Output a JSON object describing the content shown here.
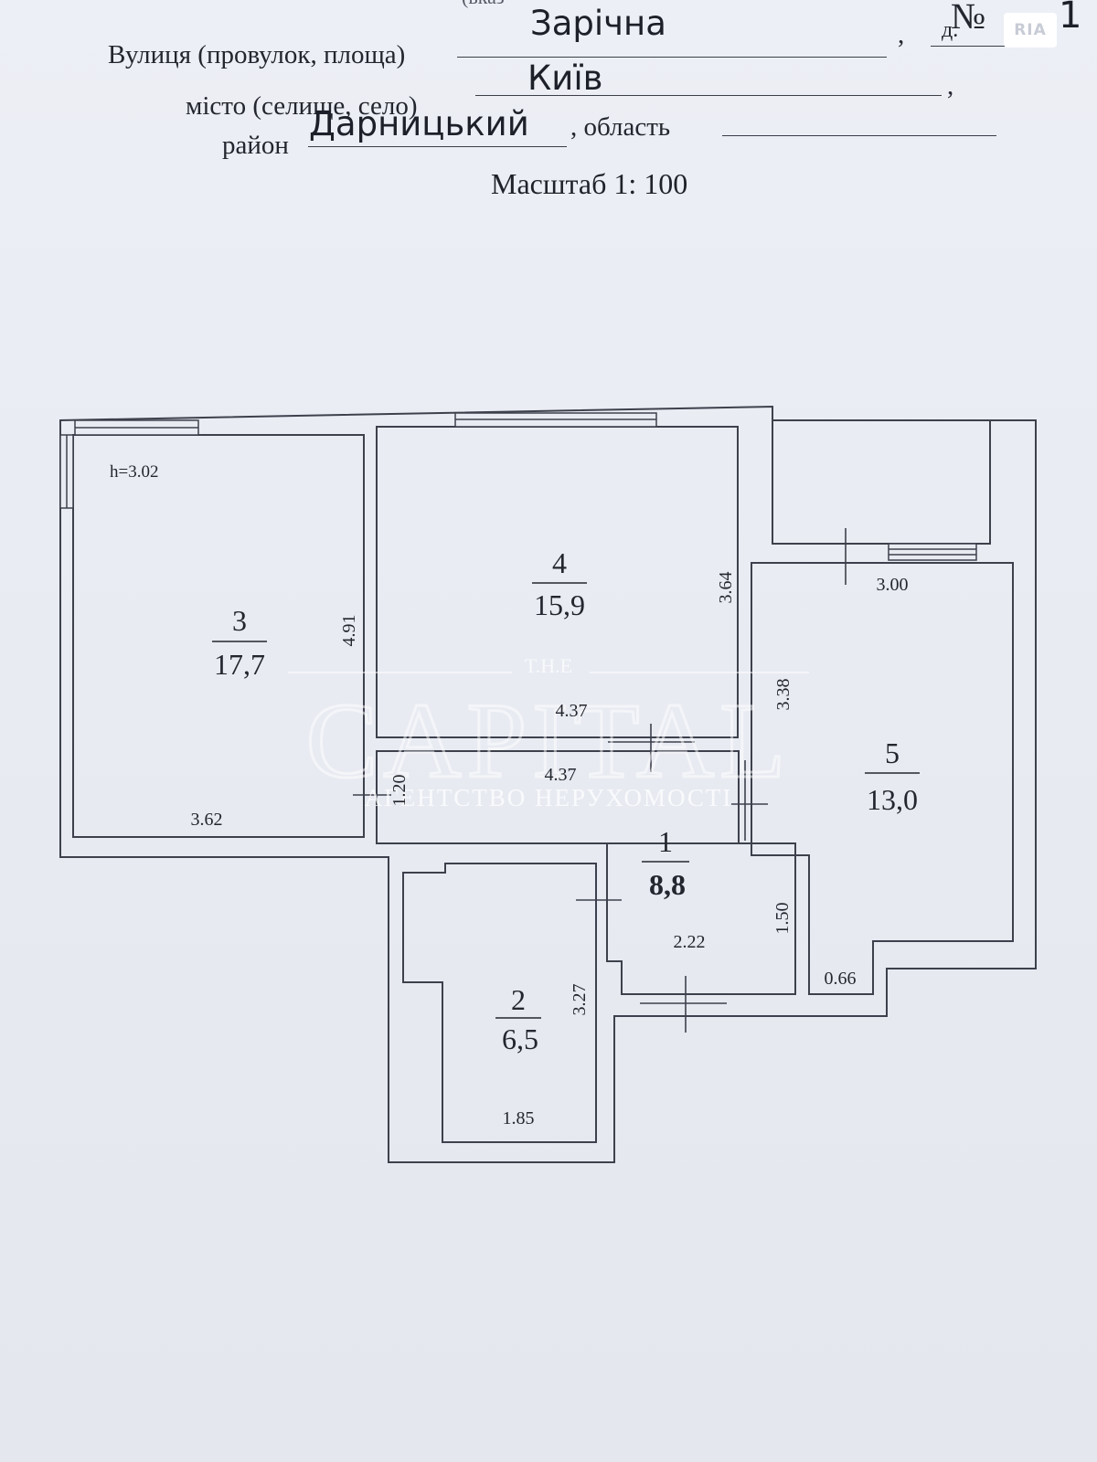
{
  "header": {
    "top_partial_text": "(вказ",
    "street_label": "Вулиця (провулок, площа)",
    "street_value": "Зарічна",
    "number_label": "№",
    "number_prefix": "д.",
    "number_value": "1",
    "city_label": "місто (селище, село)",
    "city_value": "Київ",
    "district_label": "район",
    "district_value": "Дарницький",
    "region_label": ", область",
    "region_value": "",
    "comma": ","
  },
  "scale_text": "Масштаб 1: 100",
  "logo_text": "RIA",
  "watermark": {
    "brand_top": "T.H.E",
    "brand": "CAPITAL",
    "tagline": "АГЕНТСТВО НЕРУХОМОСТІ"
  },
  "plan": {
    "ceiling_height": "h=3.02",
    "rooms": [
      {
        "number": "1",
        "area": "8,8"
      },
      {
        "number": "2",
        "area": "6,5"
      },
      {
        "number": "3",
        "area": "17,7"
      },
      {
        "number": "4",
        "area": "15,9"
      },
      {
        "number": "5",
        "area": "13,0"
      }
    ],
    "dimensions": {
      "room3_width": "3.62",
      "room3_height": "4.91",
      "room4_width": "4.37",
      "room4_height": "3.64",
      "corridor_width": "4.37",
      "corridor_height": "1.20",
      "room5_top": "3.00",
      "room5_side": "3.38",
      "room5_bottom": "0.66",
      "room1_width": "2.22",
      "room1_height": "1.50",
      "room2_width": "1.85",
      "room2_height": "3.27"
    }
  }
}
